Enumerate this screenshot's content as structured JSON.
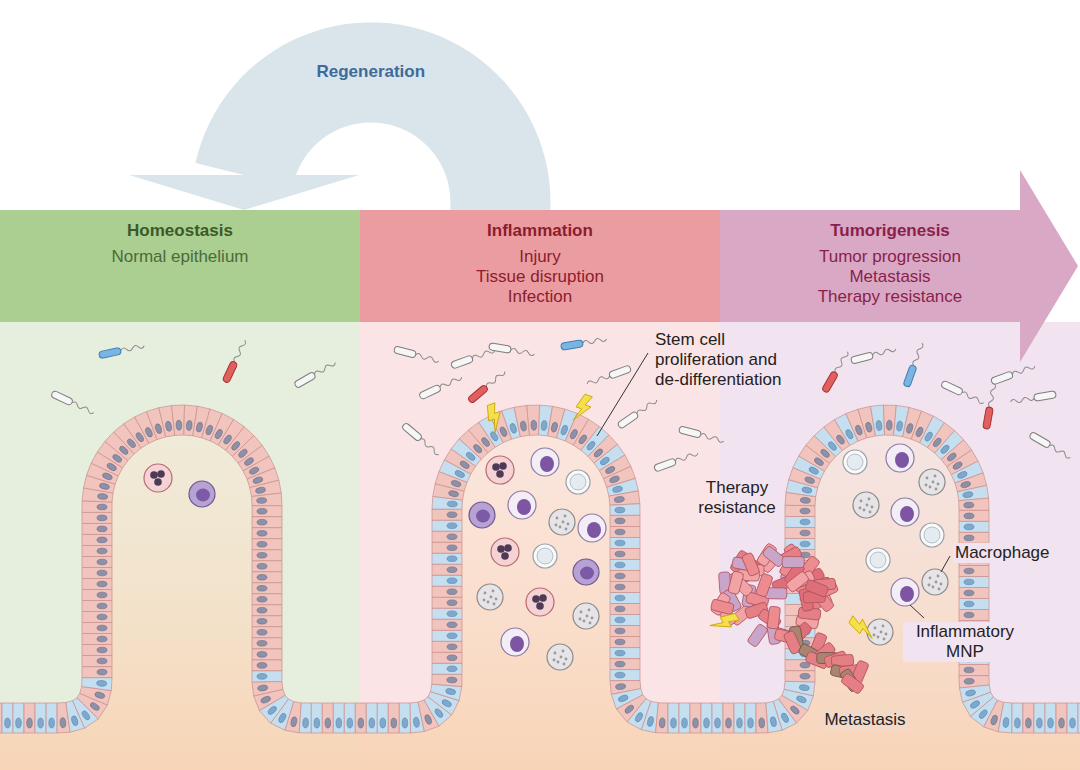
{
  "diagram": {
    "nodes": [
      {
        "text": [
          "Homeostasis",
          "Normal epithelium"
        ]
      },
      {
        "text": [
          "Inflammation",
          "Injury",
          "Tissue disruption",
          "Infection"
        ]
      },
      {
        "text": [
          "Tumorigenesis",
          "Tumor progression",
          "Metastasis",
          "Therapy resistance"
        ]
      }
    ],
    "edges": [
      {
        "from": 1,
        "to": 0,
        "arrow": "to",
        "label": "Regeneration"
      }
    ],
    "labels": [
      "Stem cell proliferation and de-differentiation",
      "Therapy resistance",
      "Macrophage",
      "Inflammatory MNP",
      "Metastasis"
    ]
  }
}
